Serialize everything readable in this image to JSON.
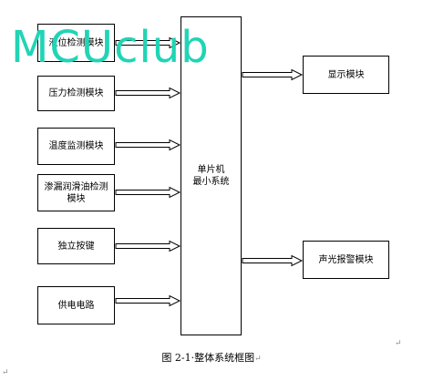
{
  "diagram": {
    "inputs": [
      "液位检测模块",
      "压力检测模块",
      "温度监测模块",
      "渗漏润滑油检测模块",
      "独立按键",
      "供电电路"
    ],
    "center": [
      "单片机",
      "最小系统"
    ],
    "outputs": [
      "显示模块",
      "声光报警模块"
    ]
  },
  "watermark": "MCUclub",
  "caption": {
    "text": "图 2-1·整体系统框图",
    "mark": "↵"
  },
  "paragraph_marks": [
    "↵",
    "↵"
  ]
}
